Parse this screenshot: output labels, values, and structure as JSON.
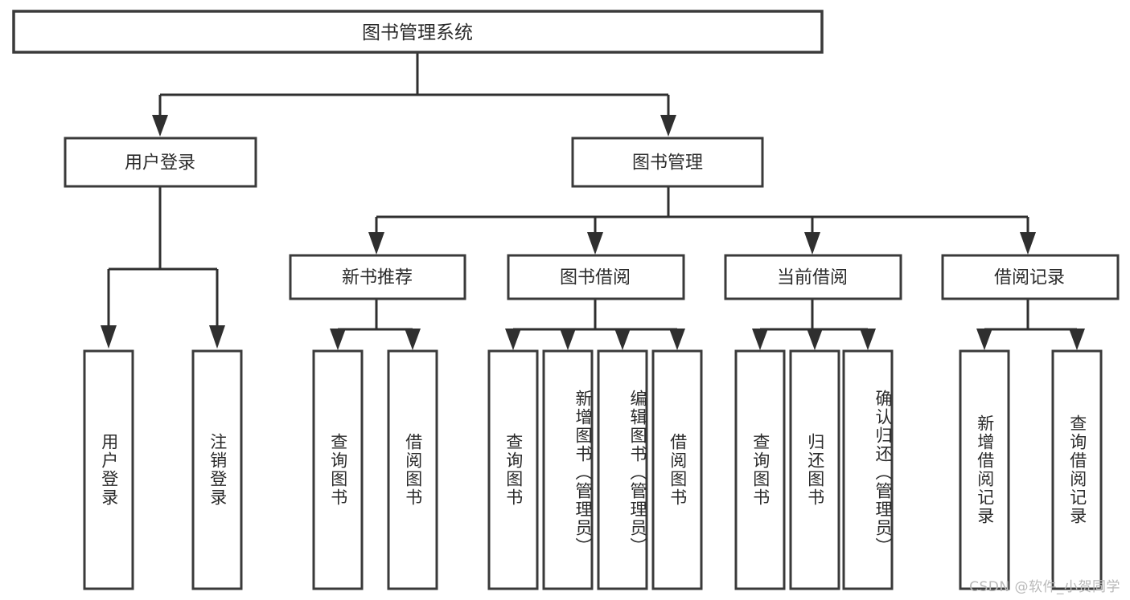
{
  "diagram": {
    "title": "图书管理系统",
    "type": "tree-hierarchy-chart",
    "orientation": "top-down",
    "colors": {
      "box_stroke": "#3a3a3a",
      "box_fill": "#ffffff",
      "connector": "#2f2f2f",
      "text": "#2b2b2b",
      "watermark": "#b9b9b9",
      "background": "#ffffff"
    },
    "root": {
      "label": "图书管理系统",
      "orientation": "horizontal"
    },
    "level2": [
      {
        "label": "用户登录",
        "orientation": "horizontal"
      },
      {
        "label": "图书管理",
        "orientation": "horizontal"
      }
    ],
    "level3": [
      {
        "label": "新书推荐",
        "orientation": "horizontal"
      },
      {
        "label": "图书借阅",
        "orientation": "horizontal"
      },
      {
        "label": "当前借阅",
        "orientation": "horizontal"
      },
      {
        "label": "借阅记录",
        "orientation": "horizontal"
      }
    ],
    "leaves": {
      "user_login": [
        {
          "label": "用户登录",
          "orientation": "vertical"
        },
        {
          "label": "注销登录",
          "orientation": "vertical"
        }
      ],
      "new_book_recommend": [
        {
          "label": "查询图书",
          "orientation": "vertical"
        },
        {
          "label": "借阅图书",
          "orientation": "vertical"
        }
      ],
      "book_borrow": [
        {
          "label": "查询图书",
          "orientation": "vertical"
        },
        {
          "label": "新增图书（管理员）",
          "orientation": "vertical"
        },
        {
          "label": "编辑图书（管理员）",
          "orientation": "vertical"
        },
        {
          "label": "借阅图书",
          "orientation": "vertical"
        }
      ],
      "current_borrow": [
        {
          "label": "查询图书",
          "orientation": "vertical"
        },
        {
          "label": "归还图书",
          "orientation": "vertical"
        },
        {
          "label": "确认归还（管理员）",
          "orientation": "vertical"
        }
      ],
      "borrow_record": [
        {
          "label": "新增借阅记录",
          "orientation": "vertical"
        },
        {
          "label": "查询借阅记录",
          "orientation": "vertical"
        }
      ]
    },
    "watermark": "CSDN @软件_小贺同学"
  }
}
